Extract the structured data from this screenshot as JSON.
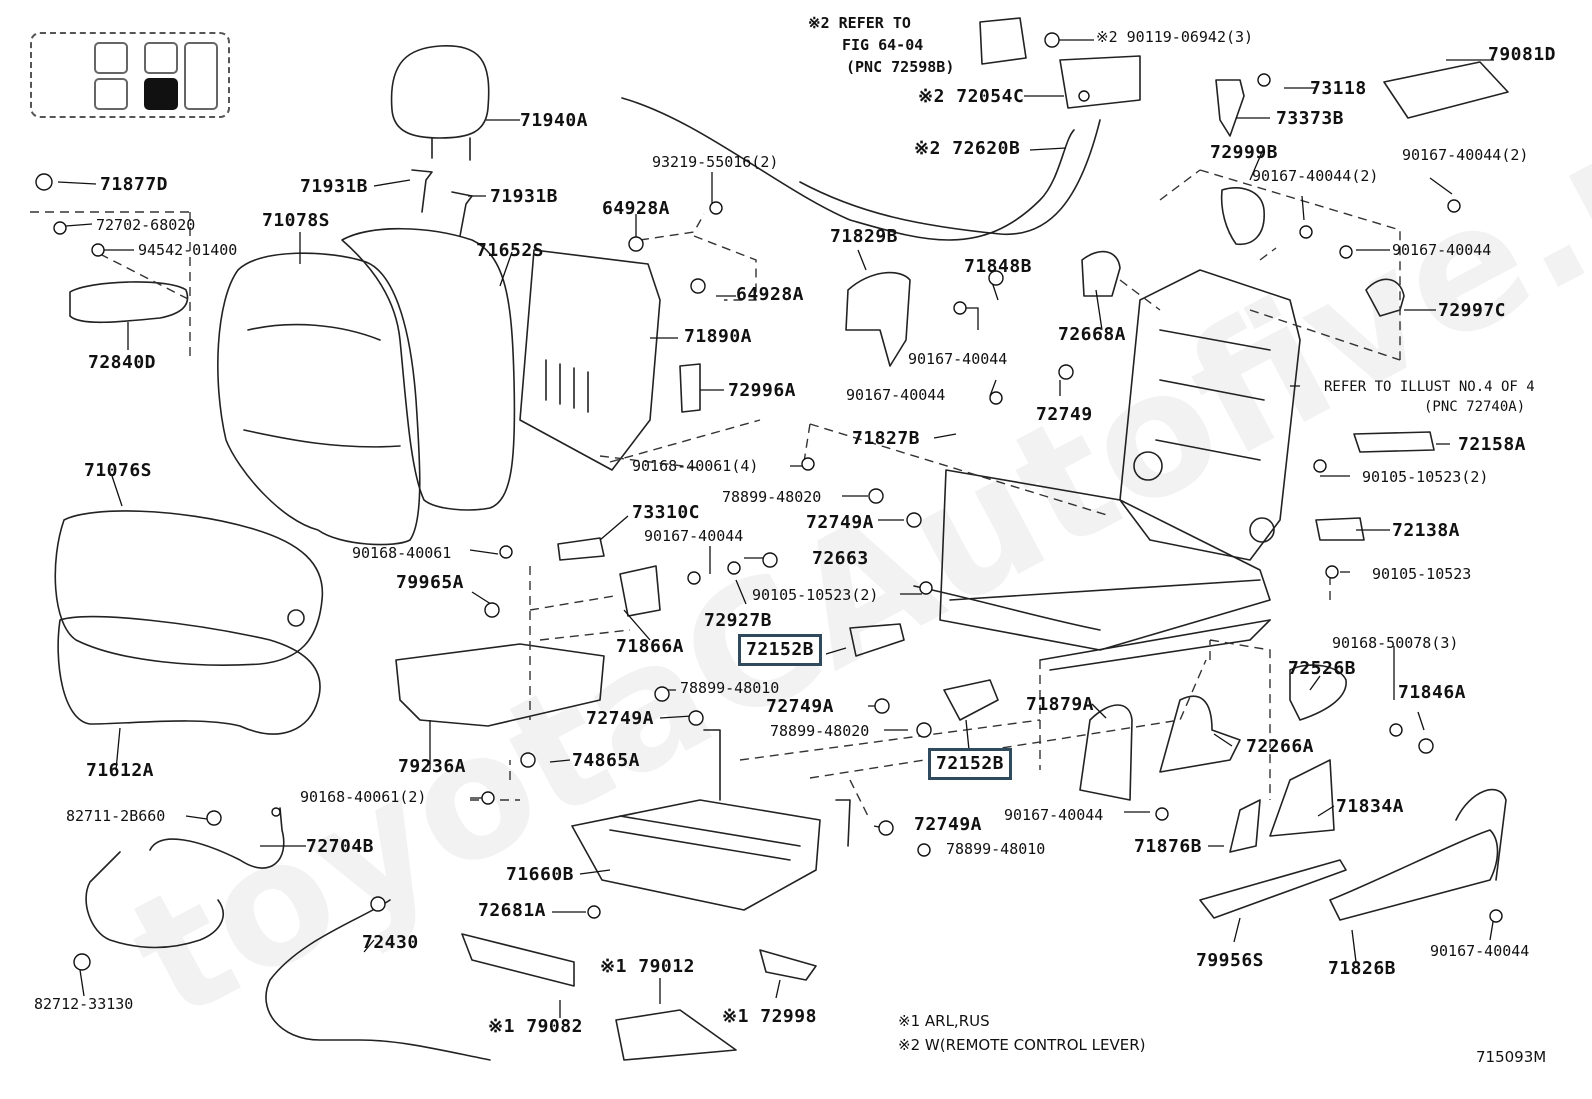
{
  "diagram_id": "715093M",
  "watermark": "toyotaCAutofive.ru",
  "legend": {
    "note1": "※1 ARL,RUS",
    "note2": "※2 W(REMOTE CONTROL LEVER)"
  },
  "refs": {
    "fig_line1": "※2 REFER TO",
    "fig_line2": "FIG 64-04",
    "fig_line3": "(PNC 72598B)",
    "illust_line1": "REFER TO ILLUST NO.4 OF 4",
    "illust_line2": "(PNC 72740A)"
  },
  "parts": [
    {
      "id": "p1",
      "text": "71940A",
      "big": true
    },
    {
      "id": "p2",
      "text": "71931B",
      "big": true
    },
    {
      "id": "p3",
      "text": "71931B",
      "big": true
    },
    {
      "id": "p4",
      "text": "71877D",
      "big": true
    },
    {
      "id": "p5",
      "text": "72702-68020",
      "big": false
    },
    {
      "id": "p6",
      "text": "94542-01400",
      "big": false
    },
    {
      "id": "p7",
      "text": "71078S",
      "big": true
    },
    {
      "id": "p8",
      "text": "71652S",
      "big": true
    },
    {
      "id": "p9",
      "text": "72840D",
      "big": true
    },
    {
      "id": "p10",
      "text": "93219-55016(2)",
      "big": false
    },
    {
      "id": "p11",
      "text": "64928A",
      "big": true
    },
    {
      "id": "p12",
      "text": "64928A",
      "big": true
    },
    {
      "id": "p13",
      "text": "71890A",
      "big": true
    },
    {
      "id": "p14",
      "text": "72996A",
      "big": true
    },
    {
      "id": "p15",
      "text": "90168-40061(4)",
      "big": false
    },
    {
      "id": "p16",
      "text": "71076S",
      "big": true
    },
    {
      "id": "p17",
      "text": "90168-40061",
      "big": false
    },
    {
      "id": "p18",
      "text": "79965A",
      "big": true
    },
    {
      "id": "p19",
      "text": "73310C",
      "big": true
    },
    {
      "id": "p20",
      "text": "90167-40044",
      "big": false
    },
    {
      "id": "p21",
      "text": "72663",
      "big": true
    },
    {
      "id": "p22",
      "text": "71866A",
      "big": true
    },
    {
      "id": "p23",
      "text": "72927B",
      "big": true
    },
    {
      "id": "p24",
      "text": "90105-10523(2)",
      "big": false
    },
    {
      "id": "p25",
      "text": "72152B",
      "big": true,
      "boxed": true
    },
    {
      "id": "p26",
      "text": "71612A",
      "big": true
    },
    {
      "id": "p27",
      "text": "78899-48010",
      "big": false
    },
    {
      "id": "p28",
      "text": "72749A",
      "big": true
    },
    {
      "id": "p29",
      "text": "79236A",
      "big": true
    },
    {
      "id": "p30",
      "text": "74865A",
      "big": true
    },
    {
      "id": "p31",
      "text": "90168-40061(2)",
      "big": false
    },
    {
      "id": "p32",
      "text": "82711-2B660",
      "big": false
    },
    {
      "id": "p33",
      "text": "72704B",
      "big": true
    },
    {
      "id": "p34",
      "text": "71660B",
      "big": true
    },
    {
      "id": "p35",
      "text": "72430",
      "big": true
    },
    {
      "id": "p36",
      "text": "72681A",
      "big": true
    },
    {
      "id": "p37",
      "text": "82712-33130",
      "big": false
    },
    {
      "id": "p38",
      "text": "※1 79012",
      "big": true
    },
    {
      "id": "p39",
      "text": "※1 79082",
      "big": true
    },
    {
      "id": "p40",
      "text": "※1 72998",
      "big": true
    },
    {
      "id": "p41",
      "text": "※2 90119-06942(3)",
      "big": false
    },
    {
      "id": "p42",
      "text": "※2 72054C",
      "big": true
    },
    {
      "id": "p43",
      "text": "※2 72620B",
      "big": true
    },
    {
      "id": "p44",
      "text": "73118",
      "big": true
    },
    {
      "id": "p45",
      "text": "73373B",
      "big": true
    },
    {
      "id": "p46",
      "text": "79081D",
      "big": true
    },
    {
      "id": "p47",
      "text": "72999B",
      "big": true
    },
    {
      "id": "p48",
      "text": "90167-40044(2)",
      "big": false
    },
    {
      "id": "p49",
      "text": "90167-40044(2)",
      "big": false
    },
    {
      "id": "p50",
      "text": "90167-40044",
      "big": false
    },
    {
      "id": "p51",
      "text": "72997C",
      "big": true
    },
    {
      "id": "p52",
      "text": "71829B",
      "big": true
    },
    {
      "id": "p53",
      "text": "71848B",
      "big": true
    },
    {
      "id": "p54",
      "text": "90167-40044",
      "big": false
    },
    {
      "id": "p55",
      "text": "72668A",
      "big": true
    },
    {
      "id": "p56",
      "text": "90167-40044",
      "big": false
    },
    {
      "id": "p57",
      "text": "72749",
      "big": true
    },
    {
      "id": "p58",
      "text": "71827B",
      "big": true
    },
    {
      "id": "p59",
      "text": "72158A",
      "big": true
    },
    {
      "id": "p60",
      "text": "90105-10523(2)",
      "big": false
    },
    {
      "id": "p61",
      "text": "78899-48020",
      "big": false
    },
    {
      "id": "p62",
      "text": "72749A",
      "big": true
    },
    {
      "id": "p63",
      "text": "72138A",
      "big": true
    },
    {
      "id": "p64",
      "text": "90105-10523",
      "big": false
    },
    {
      "id": "p65",
      "text": "90168-50078(3)",
      "big": false
    },
    {
      "id": "p66",
      "text": "72526B",
      "big": true
    },
    {
      "id": "p67",
      "text": "71846A",
      "big": true
    },
    {
      "id": "p68",
      "text": "72749A",
      "big": true
    },
    {
      "id": "p69",
      "text": "78899-48020",
      "big": false
    },
    {
      "id": "p70",
      "text": "71879A",
      "big": true
    },
    {
      "id": "p71",
      "text": "72152B",
      "big": true,
      "boxed": true
    },
    {
      "id": "p72",
      "text": "72266A",
      "big": true
    },
    {
      "id": "p73",
      "text": "90167-40044",
      "big": false
    },
    {
      "id": "p74",
      "text": "71834A",
      "big": true
    },
    {
      "id": "p75",
      "text": "71876B",
      "big": true
    },
    {
      "id": "p76",
      "text": "72749A",
      "big": true
    },
    {
      "id": "p77",
      "text": "78899-48010",
      "big": false
    },
    {
      "id": "p78",
      "text": "79956S",
      "big": true
    },
    {
      "id": "p79",
      "text": "71826B",
      "big": true
    },
    {
      "id": "p80",
      "text": "90167-40044",
      "big": false
    }
  ]
}
